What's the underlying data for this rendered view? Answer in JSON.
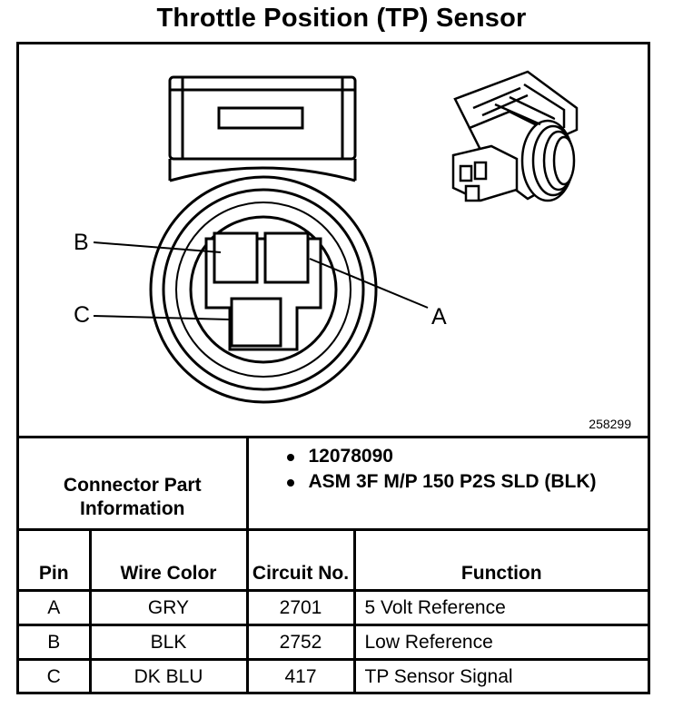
{
  "title": "Throttle Position (TP) Sensor",
  "figure_number": "258299",
  "pin_labels": {
    "a": "A",
    "b": "B",
    "c": "C"
  },
  "connector_info": {
    "label": "Connector Part Information",
    "values": [
      "12078090",
      "ASM 3F M/P 150 P2S SLD (BLK)"
    ]
  },
  "pin_table": {
    "headers": {
      "pin": "Pin",
      "wire_color": "Wire Color",
      "circuit": "Circuit No.",
      "function": "Function"
    },
    "rows": [
      {
        "pin": "A",
        "wire_color": "GRY",
        "circuit": "2701",
        "function": "5 Volt Reference"
      },
      {
        "pin": "B",
        "wire_color": "BLK",
        "circuit": "2752",
        "function": "Low Reference"
      },
      {
        "pin": "C",
        "wire_color": "DK BLU",
        "circuit": "417",
        "function": "TP Sensor Signal"
      }
    ]
  }
}
